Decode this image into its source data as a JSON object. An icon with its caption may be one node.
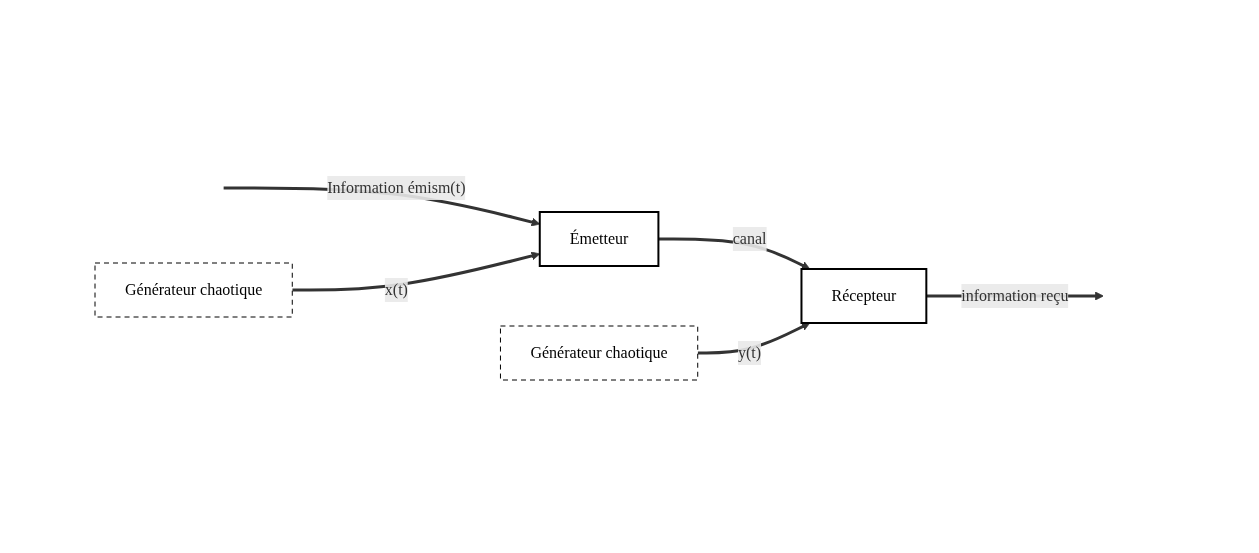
{
  "diagram": {
    "nodes": [
      {
        "text": [
          "Émetteur"
        ]
      },
      {
        "text": [
          "Récepteur"
        ]
      },
      {
        "text": [
          "Générateur chaotique"
        ]
      },
      {
        "text": [
          "Générateur chaotique"
        ]
      }
    ],
    "edges": [
      {
        "from": null,
        "to": 0,
        "arrow": "to",
        "label": "Information émism(t)"
      },
      {
        "from": 0,
        "to": 1,
        "arrow": "to",
        "label": "canal"
      },
      {
        "from": 1,
        "to": null,
        "arrow": "to",
        "label": "information reçu"
      },
      {
        "from": 2,
        "to": 0,
        "arrow": "to",
        "label": "x(t)"
      },
      {
        "from": 3,
        "to": 1,
        "arrow": "to",
        "label": "y(t)"
      }
    ]
  }
}
